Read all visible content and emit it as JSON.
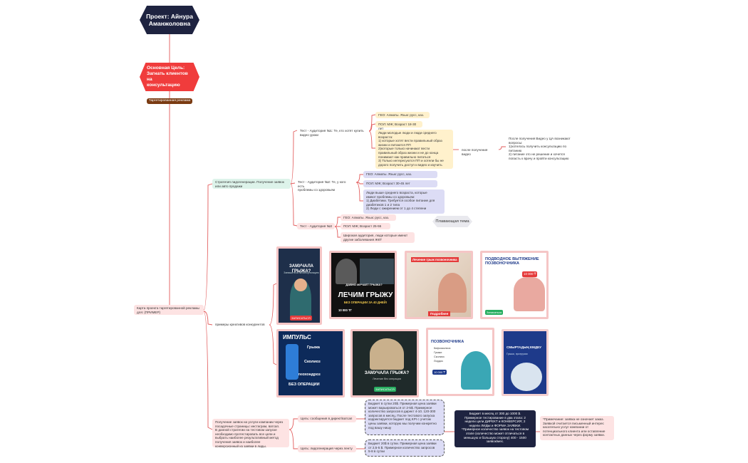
{
  "title": "Проект: Айнура\nАманжоловна",
  "goal": "Основная Цель:\nЗагнать клиентов на\nконсультацию",
  "targeting": "Таргетированная реклама",
  "root_node": "Карта проекта таргетированной рекламы\nдля: (ПРИМЕР)",
  "strategy": "Стратегия лидогенерации. Получение заявок\nили авто продажи",
  "audiences": [
    {
      "label": "Тест - Аудитория №1: Те, кто хотят купить\nвидео уроки",
      "geo": "ГЕО: Алматы. Язык: русс, каз.",
      "sex": "ПОЛ: МЖ; Возраст 18-30 лет",
      "desc": "Люди молодые люди и люди среднего\nвозраста:\n1) которые хотят вести правильный образ\nжизни и питаются ПП\n2)которые только начинают вести\nправильный образ жизни и не до конца\nпонимают как правильно питаться\n3) Только интересуются ПП и хотели бы не\nдорого получить доступ к видео и изучить"
    },
    {
      "label": "Тест - Аудитория №2: Те, у кого есть\nпроблемы со здоровьем",
      "geo": "ГЕО: Алматы. Язык: русс, каз.",
      "sex": "ПОЛ: МЖ; Возраст 30-45 лет",
      "desc": "Люди выше среднего возраста, которые\nимеют проблемы со здоровьем:\n1) Диабетики. Требуется особое питание для\nдиабетиков 1 и 2 типа\n2) Люди с ожирением от 1 до 4 степени"
    },
    {
      "label": "Тест - Аудитория №3",
      "geo": "ГЕО: Алматы. Язык: русс, каз.",
      "sex": "ПОЛ: МЖ; Возраст 25-55",
      "desc": "Широкая аудитория, люди которые имеют\nдругие заболевания ЖКТ"
    }
  ],
  "after_video": "после получения видео",
  "after_video_note": "После получения Видео у ЦА возникают\nвопросы:\n1)хотелось получить консультацию по\nпитанию\n2) питание это не решение и хочется\nпопасть к врачу и пройти консультацию",
  "floating_topic": "Плавающая тема",
  "competitors": "примеры креативов конкурентов",
  "creatives": [
    {
      "headline": "ЗАМУЧАЛА ГРЫЖА?",
      "sub": "Запишитесь на консультацию",
      "cta": "ЗАПИСАТЬСЯ"
    },
    {
      "headline": "ЛЕЧИМ ГРЫЖУ",
      "sub": "БЕЗ ОПЕРАЦИИ ЗА 40 ДНЕЙ!",
      "top": "ДАВНО МУЧАЕТ ГРЫЖА?",
      "price": "10 000 ТГ"
    },
    {
      "headline": "Лечение грыж позвоночника",
      "sub": "Подробнее"
    },
    {
      "headline": "ПОДВОДНОЕ\nВЫТЯЖЕНИЕ ПОЗВОНОЧНИКА",
      "price": "10 000 ₸",
      "cta": "Записаться"
    },
    {
      "headline": "ИМПУЛЬС",
      "items": [
        "Грыжа",
        "Сколиоз",
        "Остеохондроз"
      ],
      "sub": "БЕЗ ОПЕРАЦИИ"
    },
    {
      "headline": "ЗАМУЧАЛА ГРЫЖА?",
      "sub": "Лечение без операции",
      "cta": "ЗАПИСАТЬСЯ"
    },
    {
      "headline": "ПОЗВОНОЧНИКА",
      "items": [
        "Кифосколиоз",
        "Грыжи",
        "Сколиоз",
        "Лордоз"
      ],
      "price": "10 000 ₸"
    },
    {
      "headline": "СМЫРТАДЫҢ ЕМДЕУ",
      "sub": "Грыжи, протрузии"
    }
  ],
  "leads": "Получение заявок на услуги компании через\nпосадочные страницы: инстаграм, ватсап.\nВ данной стратегии на тестовом запуске\nнеобходимо протестировать все цели и\nвыбрать наиболее результативный метод\nполучения заявок и наиболее\nконверсионный из заявки в лиды.",
  "goal_messages": {
    "label": "Цель: сообщения в директ/ватсап",
    "text": "Бюджет в сутки 20$. Примерная цена заявки\nможет варьироваться от 2-5$. Примерное\nколичество запросов в директ 4-10. 120-300\nзапросов в месяц. После тестового запуска\nкорректируется бюджет под KPI с учетом\nцены заявки, которую мы получим конкретно\nпод вашу нишу"
  },
  "goal_leads": {
    "label": "Цель: лидогенерация через ленту",
    "text": "Бюджет 20$ в сутки. Примерная цена заявки\nот 2,5-5 $. Примерное количество запросов\n5-8 в сутки"
  },
  "budget": "Бюджет в месяц от 300 до 1000 $.\nПримерное тестирование в два этапа: 2\nнедели цели ДИРЕКТ и КОНВЕРСИЯ; 2\nнедели ЛИДЫ и ФОРМА ЗАЯВКИ.\n*Примерное количество заявок на тестовом\nэтапе (количество может отличаться в\nменьшую и большую сторону) 400 - 1500\nзаявок/мес.",
  "note": "*Примечание: заявка не означает заказ.\nЗаявкой считается письменный интерес\nкасательно услуг компании от\nпотенциального клиента или оставление\nконтактных данных через форму заявки."
}
